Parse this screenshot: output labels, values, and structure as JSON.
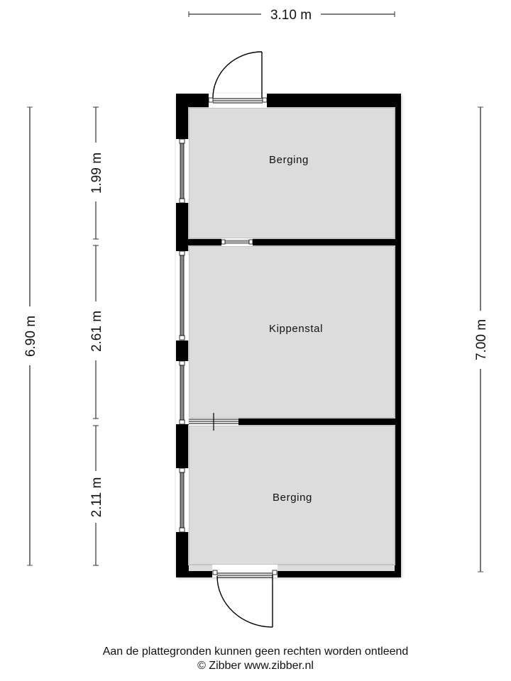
{
  "dimensions": {
    "top_width": "3.10 m",
    "left_total": "6.90 m",
    "left_segments": [
      "1.99 m",
      "2.61 m",
      "2.11 m"
    ],
    "right_total": "7.00 m"
  },
  "rooms": [
    {
      "name": "Berging"
    },
    {
      "name": "Kippenstal"
    },
    {
      "name": "Berging"
    }
  ],
  "footer": {
    "disclaimer": "Aan de plattegronden kunnen geen rechten worden ontleend",
    "copyright": "© Zibber www.zibber.nl"
  },
  "colors": {
    "wall": "#000000",
    "floor": "#dcdcdc",
    "dimension_line": "#555555",
    "background": "#ffffff"
  }
}
